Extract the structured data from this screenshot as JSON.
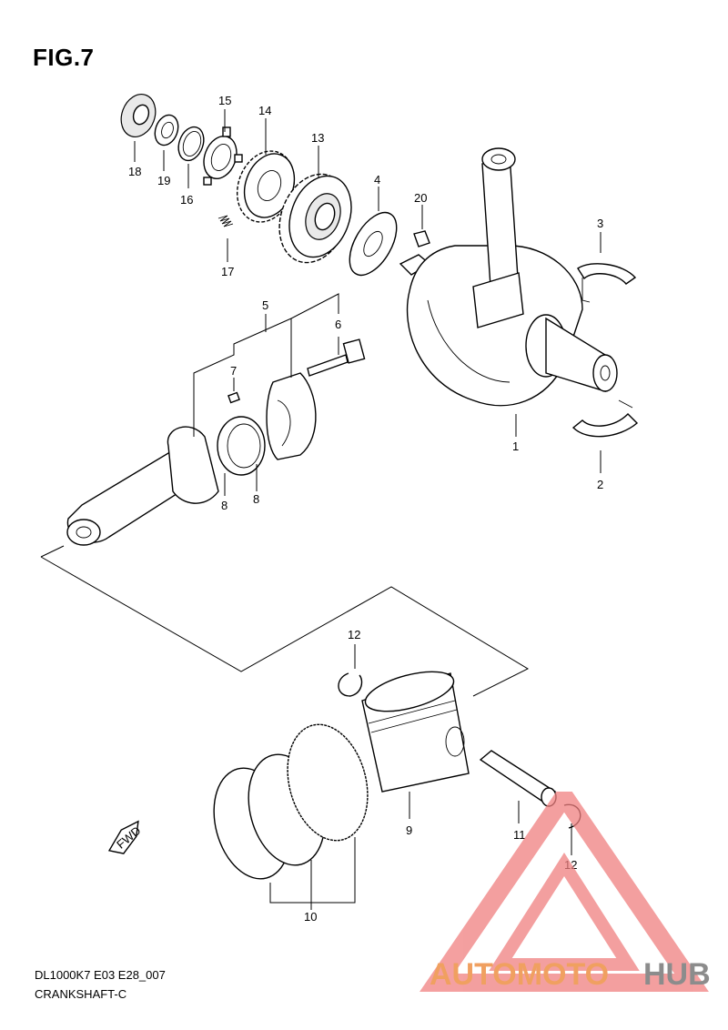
{
  "figure": {
    "title": "FIG.7",
    "footer_code": "DL1000K7 E03 E28_007",
    "footer_name": "CRANKSHAFT-C"
  },
  "callouts": {
    "c1": "1",
    "c2": "2",
    "c3": "3",
    "c4": "4",
    "c5": "5",
    "c6": "6",
    "c7": "7",
    "c8a": "8",
    "c8b": "8",
    "c9": "9",
    "c10": "10",
    "c11": "11",
    "c12a": "12",
    "c12b": "12",
    "c13": "13",
    "c14": "14",
    "c15": "15",
    "c16": "16",
    "c17": "17",
    "c18": "18",
    "c19": "19",
    "c20": "20"
  },
  "direction_arrow": "FWD",
  "watermark": {
    "text_a": "AUTOMOTO",
    "text_b": "HUB",
    "color": "#f08080",
    "color_b": "#9e9e9e"
  }
}
